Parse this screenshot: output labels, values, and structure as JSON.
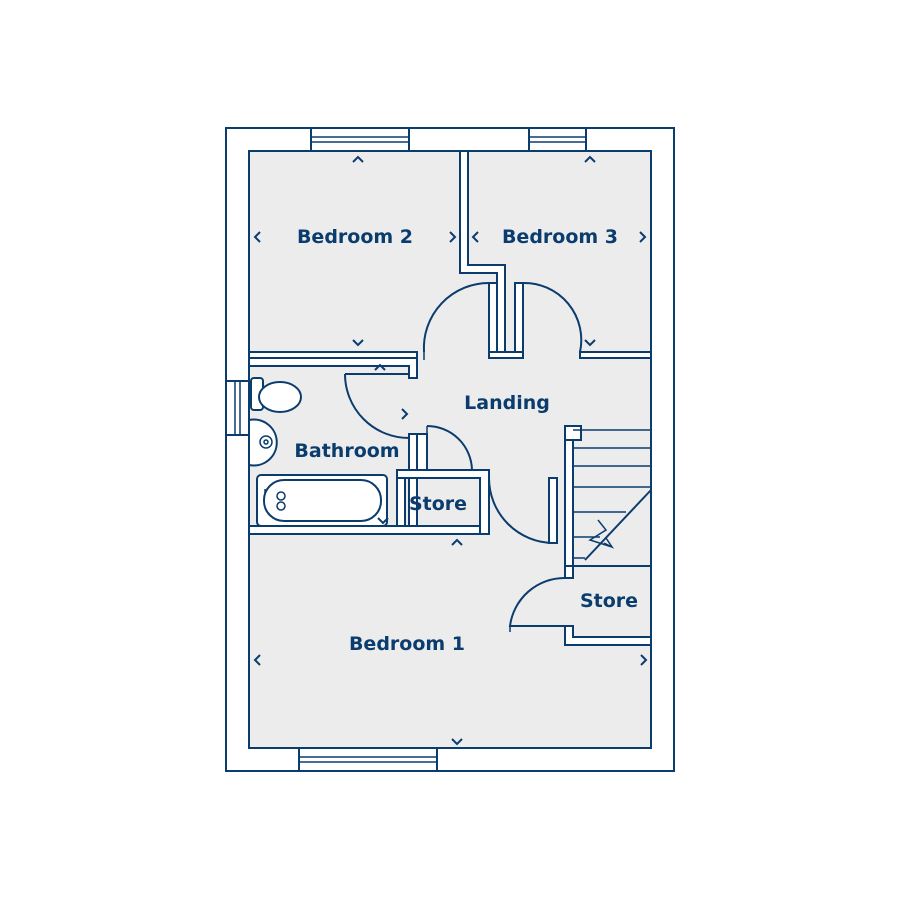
{
  "floorplan": {
    "rooms": {
      "bedroom_2": "Bedroom 2",
      "bedroom_3": "Bedroom 3",
      "landing": "Landing",
      "bathroom": "Bathroom",
      "store_1": "Store",
      "store_2": "Store",
      "bedroom_1": "Bedroom 1"
    },
    "colors": {
      "line": "#0b3c6e",
      "room_fill": "#ececec",
      "background": "#ffffff"
    }
  }
}
